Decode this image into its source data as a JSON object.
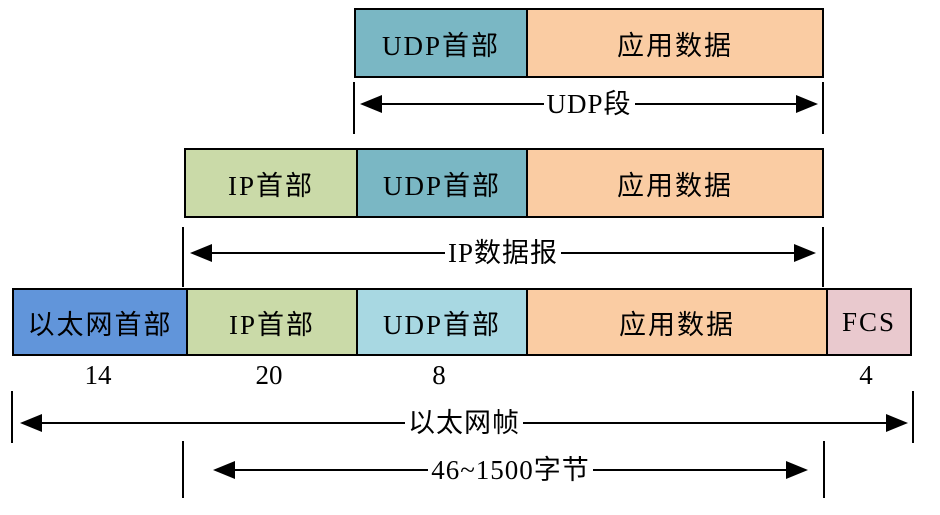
{
  "diagram": {
    "type": "network-encapsulation",
    "layers": [
      {
        "name": "udp-segment-layer",
        "cells": [
          {
            "label": "UDP首部",
            "color": "#7AB7C4"
          },
          {
            "label": "应用数据",
            "color": "#FACCA3"
          }
        ],
        "measure": {
          "label": "UDP段"
        }
      },
      {
        "name": "ip-datagram-layer",
        "cells": [
          {
            "label": "IP首部",
            "color": "#CADAA8"
          },
          {
            "label": "UDP首部",
            "color": "#7AB7C4"
          },
          {
            "label": "应用数据",
            "color": "#FACCA3"
          }
        ],
        "measure": {
          "label": "IP数据报"
        }
      },
      {
        "name": "ethernet-frame-layer",
        "cells": [
          {
            "label": "以太网首部",
            "color": "#6195DA"
          },
          {
            "label": "IP首部",
            "color": "#CADAA8"
          },
          {
            "label": "UDP首部",
            "color": "#A8D8E2"
          },
          {
            "label": "应用数据",
            "color": "#FACCA3"
          },
          {
            "label": "FCS",
            "color": "#E9C9CE"
          }
        ],
        "byte_sizes": [
          "14",
          "20",
          "8",
          "4"
        ],
        "measure": {
          "label": "以太网帧"
        }
      },
      {
        "name": "payload-range",
        "measure": {
          "label": "46~1500字节"
        }
      }
    ],
    "colors": {
      "border": "#000000",
      "arrow": "#000000",
      "background": "#FFFFFF"
    }
  }
}
